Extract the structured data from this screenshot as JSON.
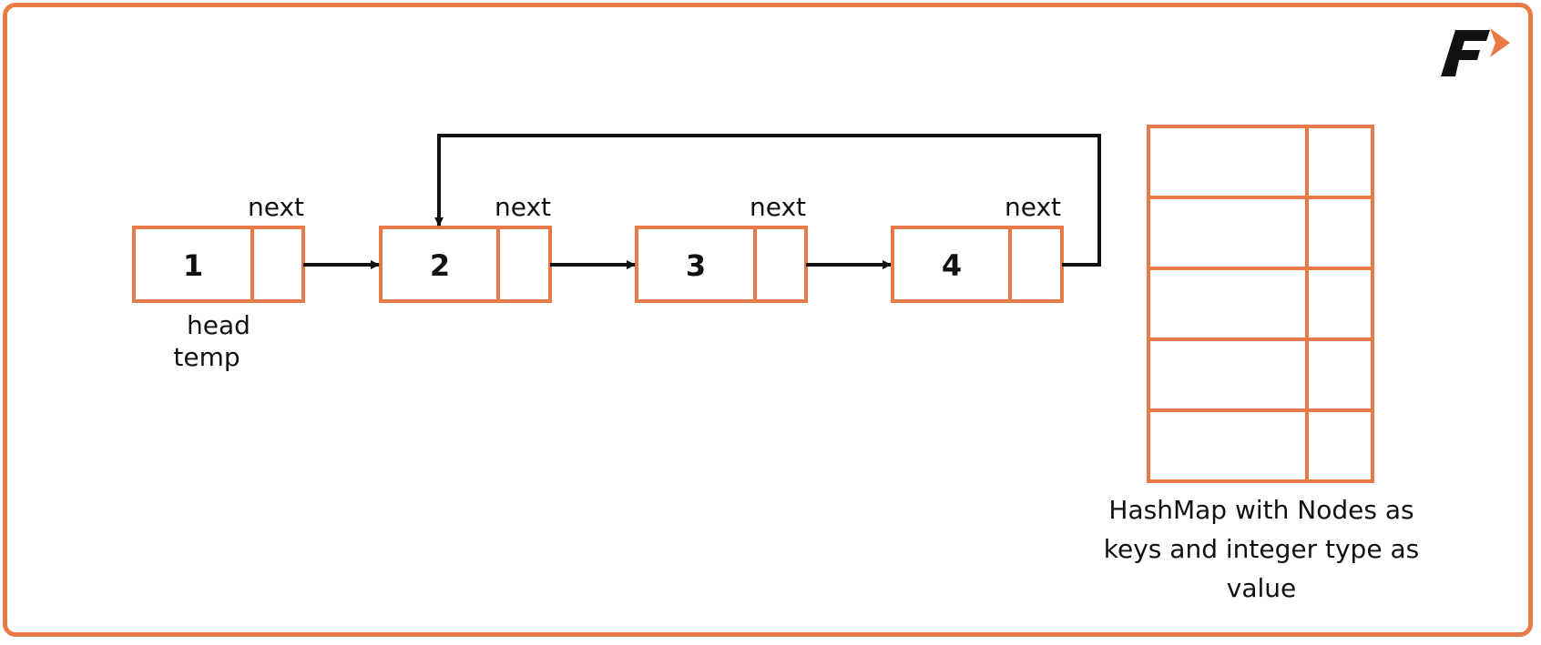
{
  "colors": {
    "accent": "#e87a45",
    "ink": "#111111",
    "logo_dark": "#111111"
  },
  "logo": {
    "name": "F-logo",
    "letter": "F"
  },
  "nodes": [
    {
      "value": "1",
      "next_label": "next"
    },
    {
      "value": "2",
      "next_label": "next"
    },
    {
      "value": "3",
      "next_label": "next"
    },
    {
      "value": "4",
      "next_label": "next"
    }
  ],
  "pointers": {
    "head": "head",
    "temp": "temp"
  },
  "hashmap": {
    "rows": 5,
    "caption_lines": [
      "HashMap with Nodes as",
      "keys and integer type as",
      "value"
    ]
  }
}
